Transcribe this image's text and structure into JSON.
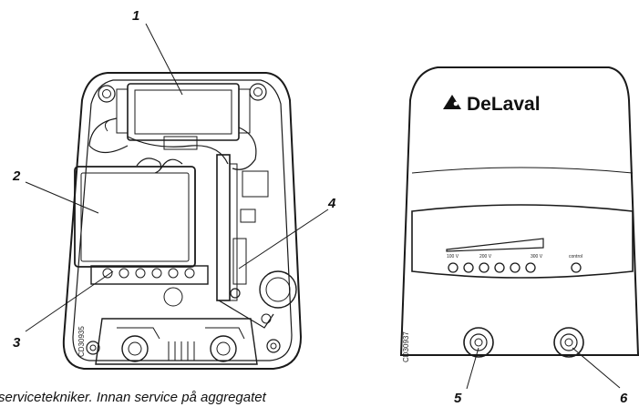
{
  "left_figure": {
    "callouts": [
      "1",
      "2",
      "3",
      "4"
    ],
    "code": "CD30935"
  },
  "right_figure": {
    "brand": "DeLaval",
    "led_labels": [
      "100 V",
      "200 V",
      "300 V",
      "control"
    ],
    "callouts": [
      "5",
      "6"
    ],
    "code": "CD30937"
  },
  "caption": "servicetekniker. Innan service på aggregatet"
}
